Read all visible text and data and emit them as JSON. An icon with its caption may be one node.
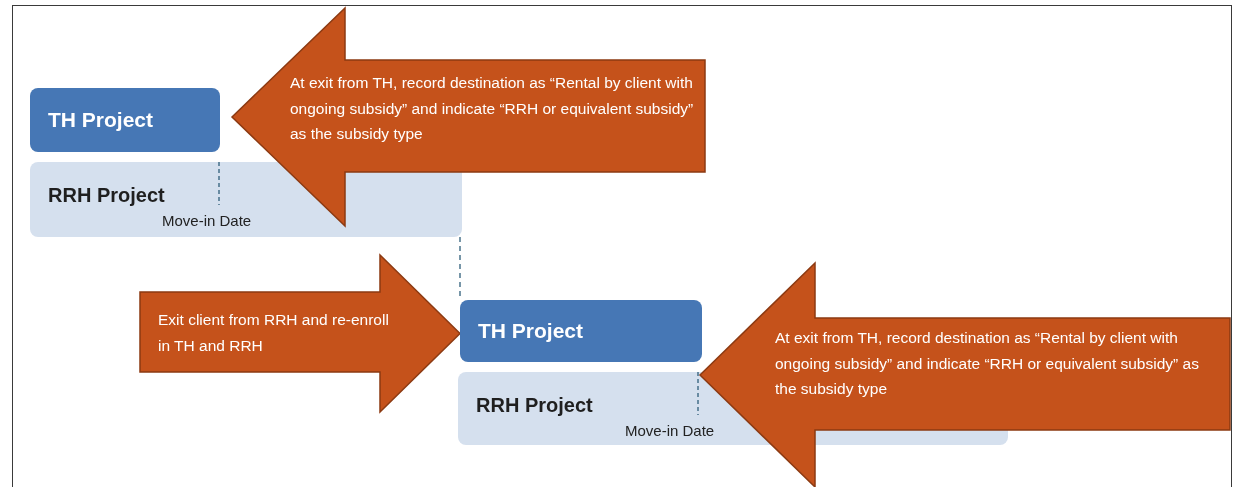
{
  "diagram": {
    "nodes": [
      {
        "text": [
          "TH Project"
        ]
      },
      {
        "text": [
          "RRH Project",
          "Move-in Date"
        ]
      },
      {
        "text": [
          "At exit from TH, record destination as “Rental by client with ongoing subsidy” and indicate “RRH or equivalent subsidy” as the subsidy type"
        ]
      },
      {
        "text": [
          "Exit client from RRH and re-enroll in TH and RRH"
        ]
      },
      {
        "text": [
          "TH Project"
        ]
      },
      {
        "text": [
          "RRH Project",
          "Move-in Date"
        ]
      },
      {
        "text": [
          "At exit from TH, record destination as “Rental by client with ongoing subsidy” and indicate “RRH or equivalent subsidy” as the subsidy type"
        ]
      }
    ],
    "edges": [
      {
        "from": 1,
        "to": 4,
        "arrow": "none",
        "style": "dashed"
      }
    ]
  }
}
